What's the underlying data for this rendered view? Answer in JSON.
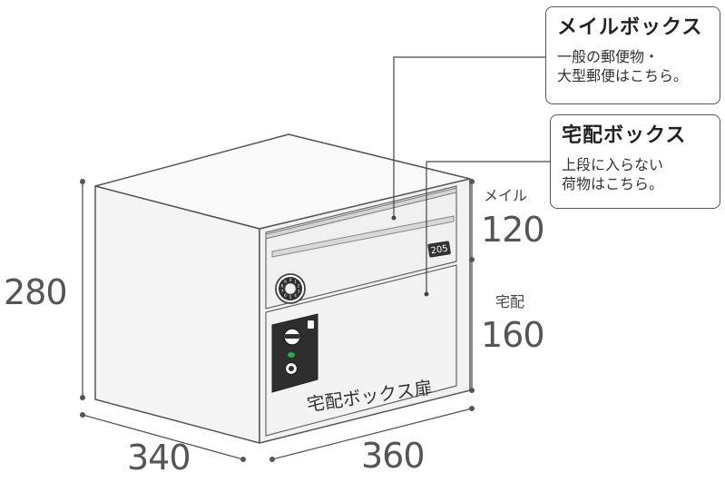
{
  "callouts": {
    "mailbox": {
      "title": "メイルボックス",
      "desc_line1": "一般の郵便物・",
      "desc_line2": "大型郵便はこちら。"
    },
    "parcel_box": {
      "title": "宅配ボックス",
      "desc_line1": "上段に入らない",
      "desc_line2": "荷物はこちら。"
    }
  },
  "dimensions": {
    "height_total": "280",
    "depth": "340",
    "width": "360",
    "mail_label": "メイル",
    "mail_height": "120",
    "parcel_label": "宅配",
    "parcel_height": "160"
  },
  "box": {
    "room_number": "205",
    "door_label": "宅配ボックス扉",
    "dial_digits": [
      "0",
      "1",
      "2",
      "3",
      "4",
      "5",
      "6",
      "7",
      "8",
      "9"
    ]
  },
  "colors": {
    "box_body": "#f2f2f2",
    "box_top": "#fafafa",
    "outline": "#555555",
    "lock_panel": "#2e2e2e",
    "indicator_green": "#2aa84a"
  }
}
